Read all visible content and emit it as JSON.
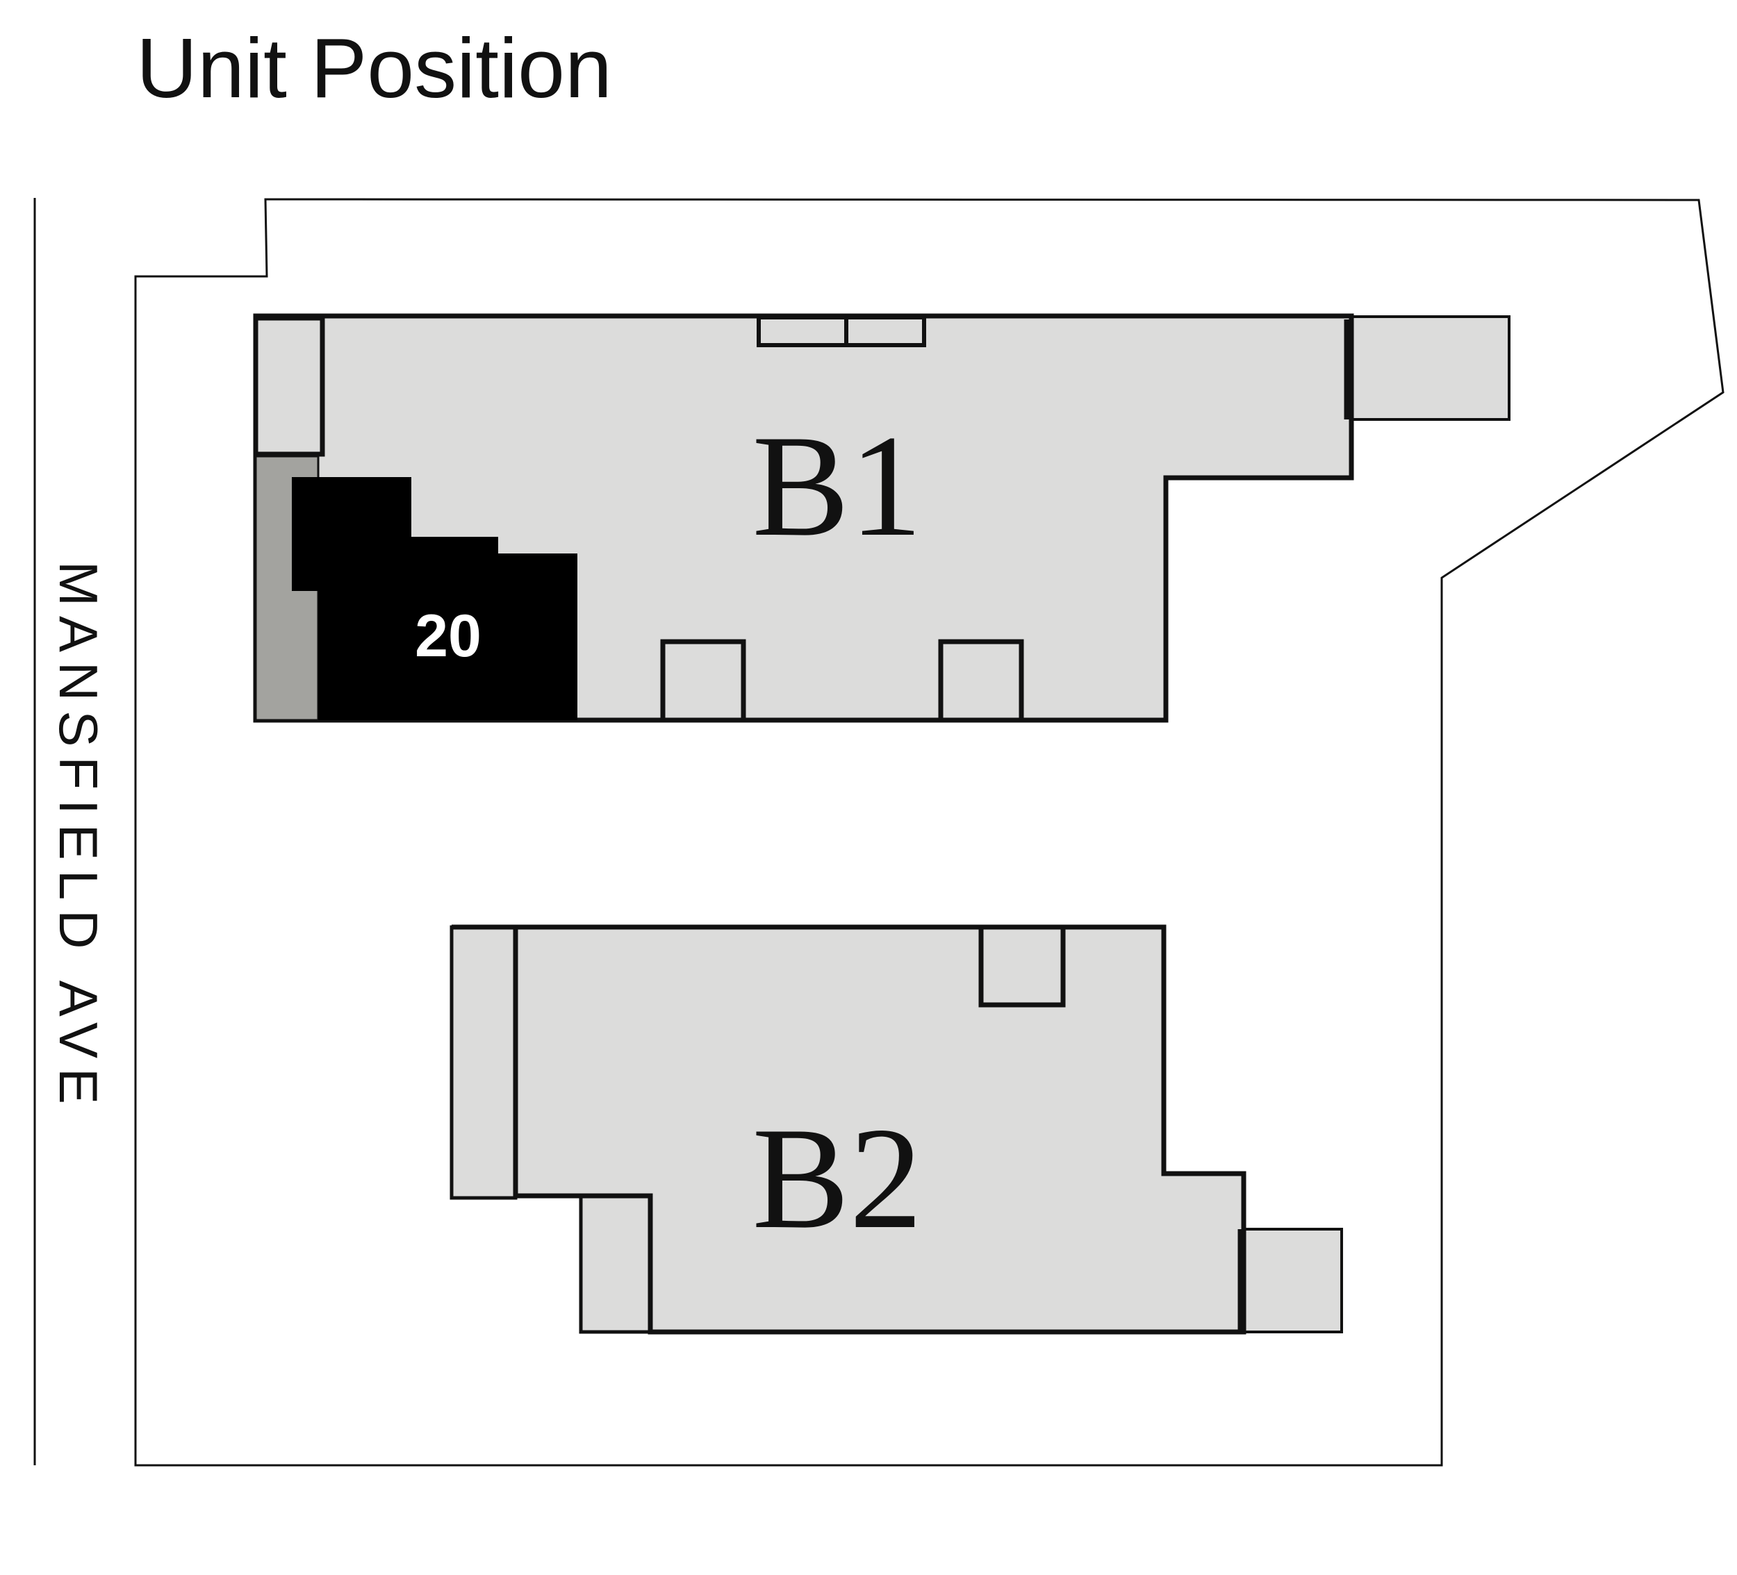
{
  "title": "Unit Position",
  "street_label": "MANSFIELD AVE",
  "buildings": [
    {
      "id": "b1",
      "label": "B1"
    },
    {
      "id": "b2",
      "label": "B2"
    }
  ],
  "highlighted_unit": {
    "label": "20",
    "building": "B1"
  },
  "colors": {
    "background": "#ffffff",
    "outline": "#111111",
    "building_fill": "#dcdcdb",
    "highlight": "#000000",
    "adjacent_unit": "#a3a39f"
  }
}
